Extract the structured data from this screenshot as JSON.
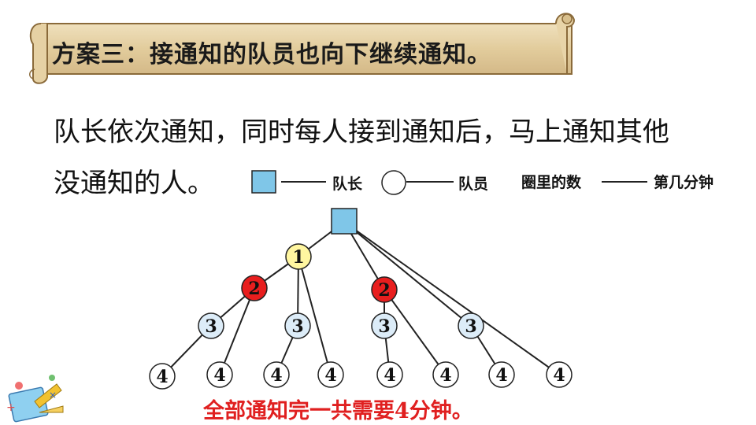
{
  "banner": {
    "title": "方案三：接通知的队员也向下继续通知。"
  },
  "paragraph": {
    "line1": "队长依次通知，同时每人接到通知后，马上通知其他",
    "line2": "没通知的人。"
  },
  "legend": {
    "captain_label": "队长",
    "member_label": "队员",
    "circle_number_label": "圈里的数",
    "minute_label": "第几分钟"
  },
  "tree": {
    "nodes": [
      {
        "id": "L1",
        "label": "1"
      },
      {
        "id": "L2a",
        "label": "2"
      },
      {
        "id": "L2b",
        "label": "2"
      },
      {
        "id": "L3a",
        "label": "3"
      },
      {
        "id": "L3b",
        "label": "3"
      },
      {
        "id": "L3c",
        "label": "3"
      },
      {
        "id": "L3d",
        "label": "3"
      },
      {
        "id": "L4a",
        "label": "4"
      },
      {
        "id": "L4b",
        "label": "4"
      },
      {
        "id": "L4c",
        "label": "4"
      },
      {
        "id": "L4d",
        "label": "4"
      },
      {
        "id": "L4e",
        "label": "4"
      },
      {
        "id": "L4f",
        "label": "4"
      },
      {
        "id": "L4g",
        "label": "4"
      },
      {
        "id": "L4h",
        "label": "4"
      }
    ]
  },
  "colors": {
    "captain": "#7fc6e8",
    "minute1": "#fff6a0",
    "minute2": "#e81e1e",
    "minute3": "#dcecf8",
    "minute4": "#ffffff",
    "conclusion": "#e02020"
  },
  "conclusion": "全部通知完一共需要4分钟。"
}
